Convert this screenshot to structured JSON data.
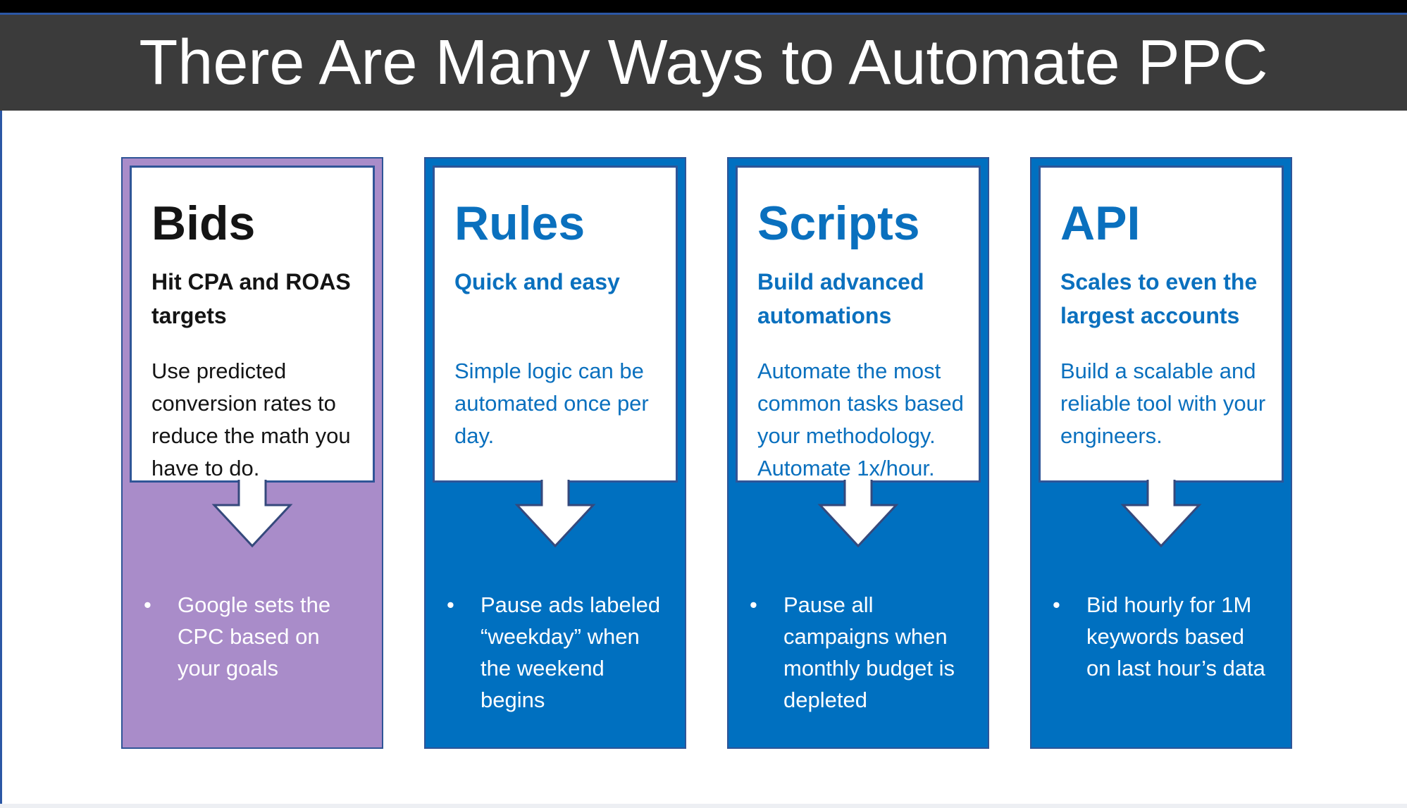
{
  "header": {
    "title": "There Are Many Ways to Automate PPC"
  },
  "bullet_glyph": "•",
  "colors": {
    "top_strip": "#000000",
    "divider_blue": "#2B57A5",
    "title_bar_bg": "#3B3B3B",
    "title_text": "#FFFFFF",
    "card_border_navy": "#2F5597",
    "blue_fill": "#0070C0",
    "purple_fill": "#A98CC9",
    "blue_text": "#0A70BE",
    "dark_text": "#141414",
    "bullet_text": "#FFFFFF",
    "arrow_fill": "#FFFFFF",
    "arrow_outline": "#35497C"
  },
  "cards": [
    {
      "id": "bids",
      "theme": "purple",
      "title": "Bids",
      "subtitle": "Hit CPA and ROAS targets",
      "body": "Use predicted conversion rates to reduce the math you have to do.",
      "bullet": "Google sets the CPC based on your goals"
    },
    {
      "id": "rules",
      "theme": "blue",
      "title": "Rules",
      "subtitle": "Quick and easy",
      "body": "Simple logic can be automated once per day.",
      "bullet": "Pause ads labeled “weekday” when the weekend begins"
    },
    {
      "id": "scripts",
      "theme": "blue",
      "title": "Scripts",
      "subtitle": "Build advanced automations",
      "body": "Automate the most common tasks based your methodology. Automate 1x/hour.",
      "bullet": "Pause all campaigns when monthly budget is depleted"
    },
    {
      "id": "api",
      "theme": "blue",
      "title": "API",
      "subtitle": "Scales to even the largest accounts",
      "body": "Build a scalable and reliable tool with your engineers.",
      "bullet": "Bid hourly for 1M keywords based on last hour’s data"
    }
  ]
}
